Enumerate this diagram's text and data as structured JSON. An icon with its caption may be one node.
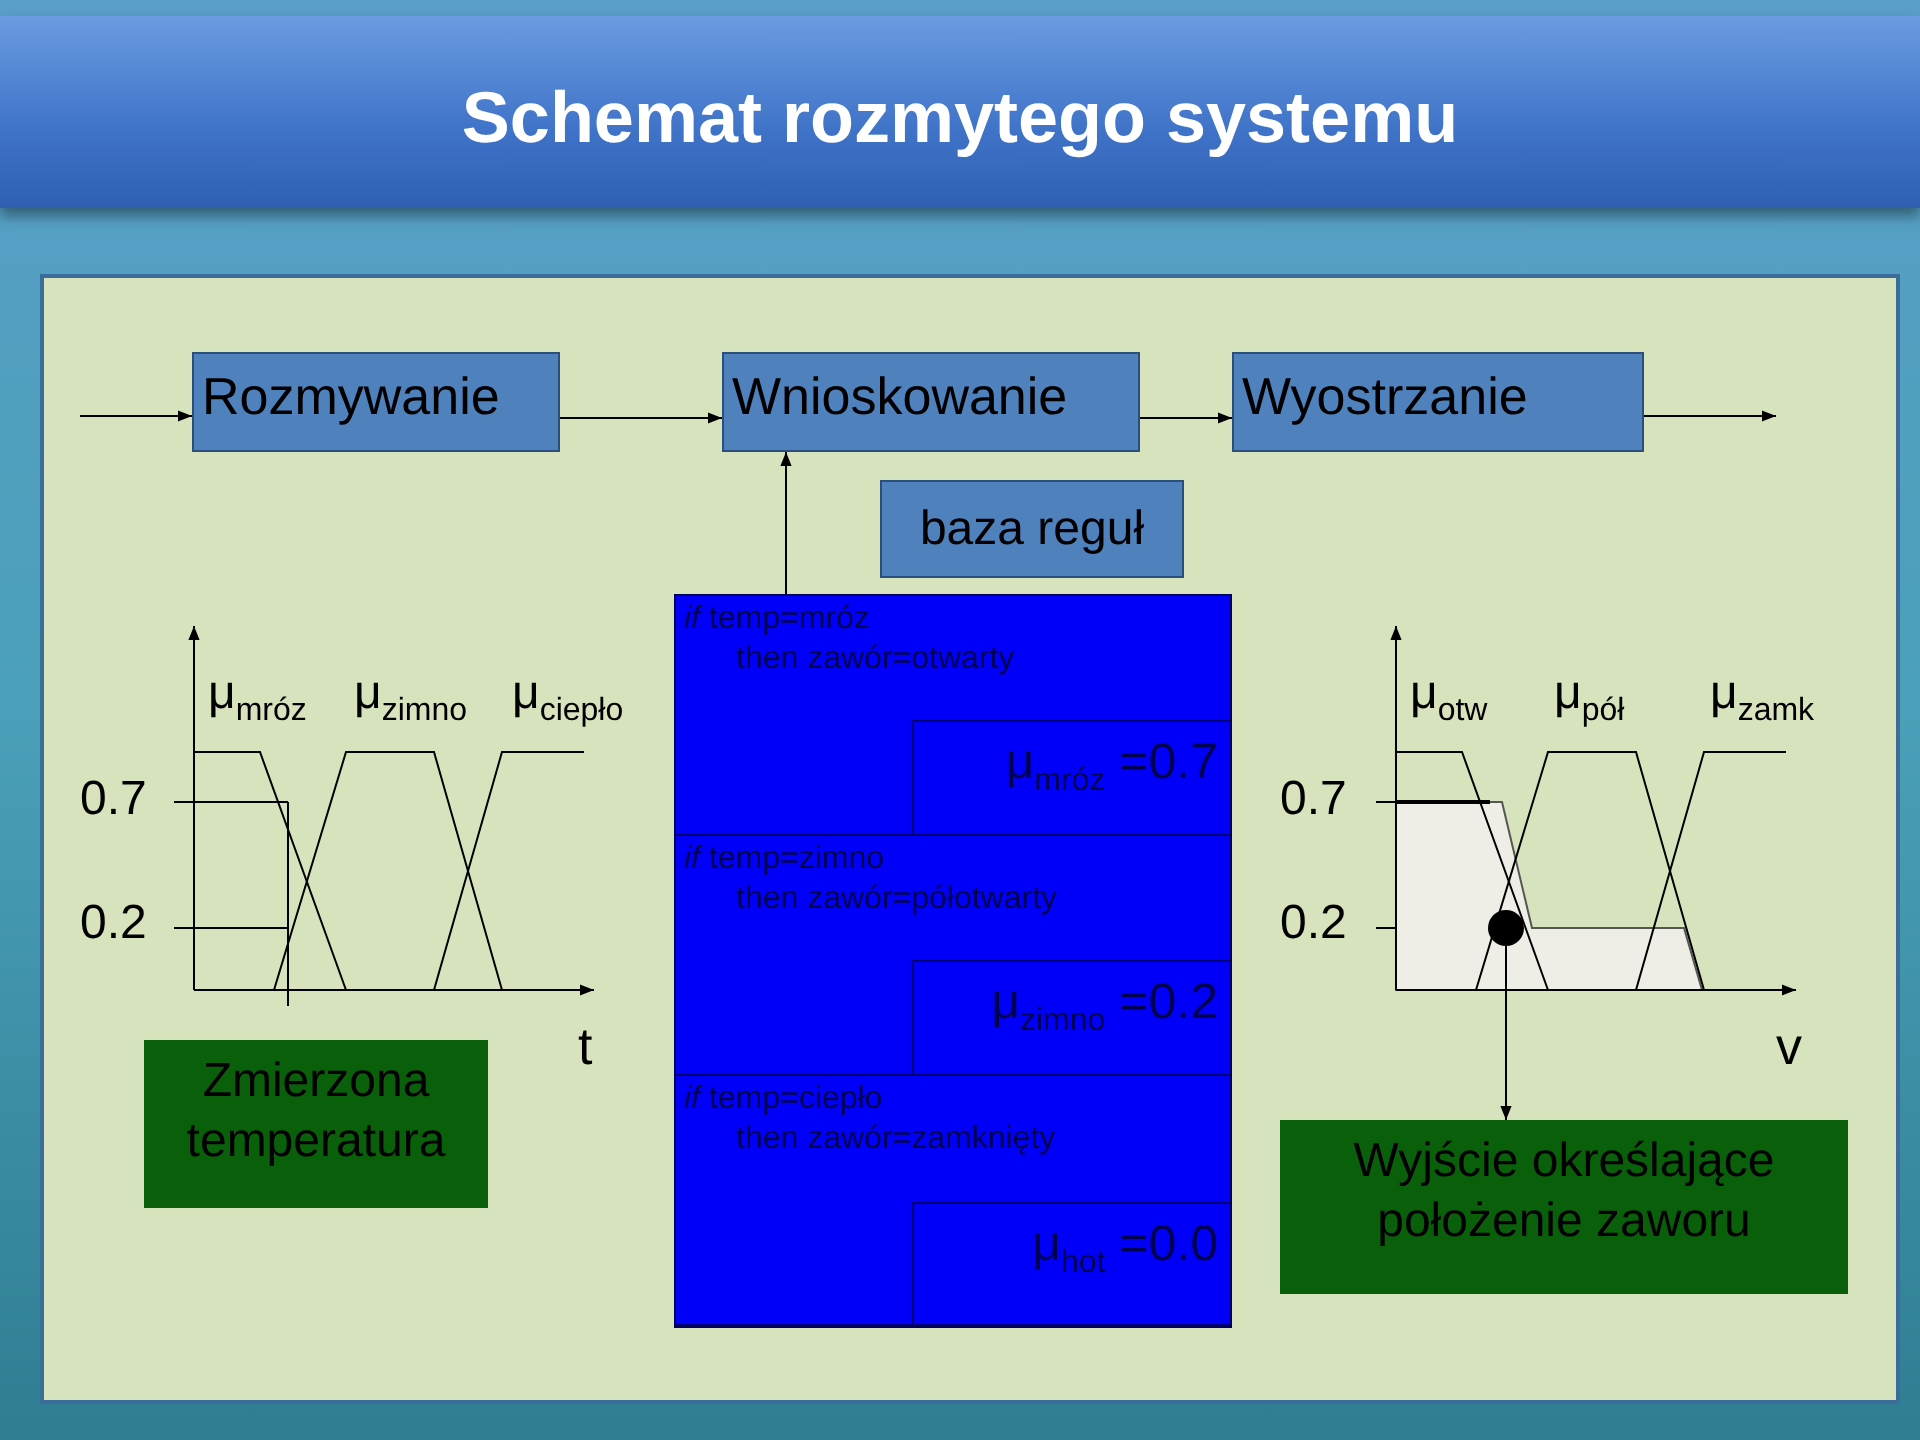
{
  "diagram": {
    "title": "Schemat rozmytego systemu",
    "nodes": [
      {
        "text": [
          "Rozmywanie"
        ]
      },
      {
        "text": [
          "Wnioskowanie"
        ]
      },
      {
        "text": [
          "Wyostrzanie"
        ]
      },
      {
        "text": [
          "baza reguł"
        ]
      },
      {
        "text": [],
        "shape": "box"
      },
      {
        "text": [
          "*if* temp=mróz",
          "then zawór=otwarty"
        ],
        "in": 4
      },
      {
        "text": [
          "μ$_{mróz}$ =0.7"
        ],
        "in": 5
      },
      {
        "text": [
          "*if* temp=zimno",
          "then zawór=półotwarty"
        ],
        "in": 4
      },
      {
        "text": [
          "μ$_{zimno}$ =0.2"
        ],
        "in": 7
      },
      {
        "text": [
          "*if* temp=ciepło",
          "then zawór=zamknięty"
        ],
        "in": 4
      },
      {
        "text": [
          "μ$_{hot}$ =0.0"
        ],
        "in": 9
      },
      {
        "text": [
          "Zmierzona temperatura"
        ]
      },
      {
        "text": [
          "Wyjście określające położenie zaworu"
        ]
      },
      {
        "text": [],
        "shape": "circle"
      }
    ],
    "edges": [
      {
        "from": null,
        "to": 0,
        "arrow": "to"
      },
      {
        "from": 0,
        "to": 1,
        "arrow": "to"
      },
      {
        "from": 1,
        "to": 2,
        "arrow": "to"
      },
      {
        "from": 2,
        "to": null,
        "arrow": "to"
      },
      {
        "from": 4,
        "to": 1,
        "arrow": "to"
      },
      {
        "from": 13,
        "to": 12,
        "arrow": "to"
      }
    ],
    "labels": [
      "μ$_{mróz}$",
      "μ$_{zimno}$",
      "μ$_{ciepło}$",
      "0.7",
      "0.2",
      "t",
      "μ$_{otw}$",
      "μ$_{pół}$",
      "μ$_{zamk}$",
      "0.7",
      "0.2",
      "v"
    ]
  }
}
